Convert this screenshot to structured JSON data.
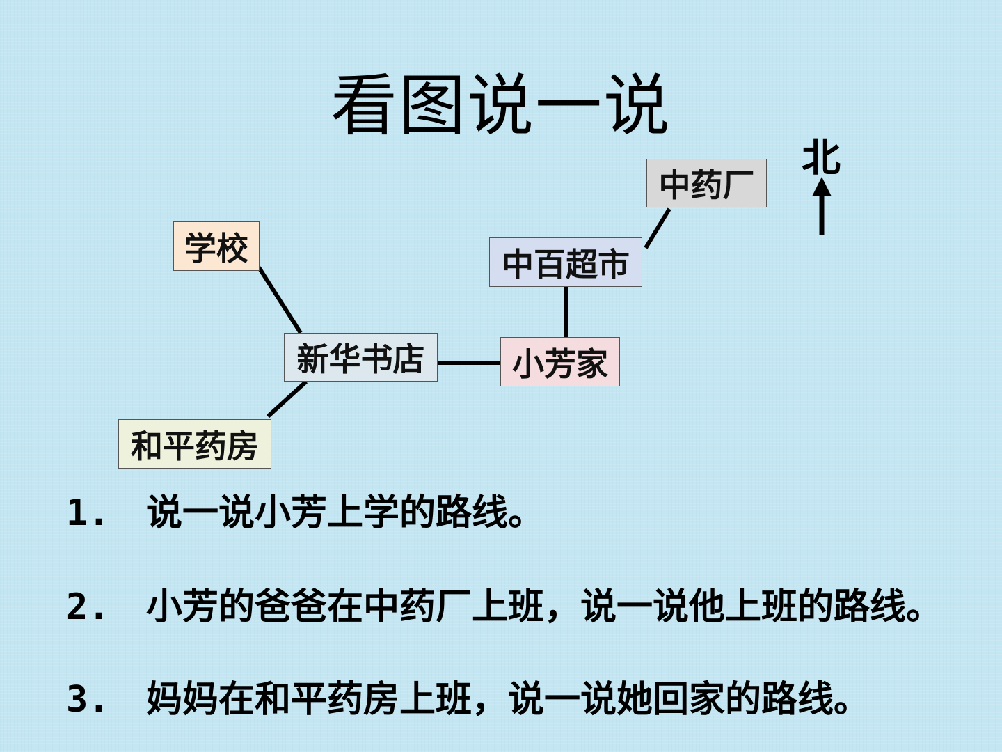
{
  "title": "看图说一说",
  "compass": {
    "north_label": "北",
    "icon": "north-arrow-icon"
  },
  "map": {
    "school": {
      "label": "学校",
      "color": "#fbe7d2"
    },
    "bookstore": {
      "label": "新华书店",
      "color": "#dde8ee"
    },
    "pharmacy": {
      "label": "和平药房",
      "color": "#eef2dc"
    },
    "home": {
      "label": "小芳家",
      "color": "#f4dcdf"
    },
    "supermarket": {
      "label": "中百超市",
      "color": "#d4def0"
    },
    "factory": {
      "label": "中药厂",
      "color": "#d8d8d8"
    }
  },
  "questions": [
    {
      "number": "1.",
      "text": "说一说小芳上学的路线。"
    },
    {
      "number": "2.",
      "text": "小芳的爸爸在中药厂上班，说一说他上班的路线。"
    },
    {
      "number": "3.",
      "text": "妈妈在和平药房上班，说一说她回家的路线。"
    }
  ]
}
